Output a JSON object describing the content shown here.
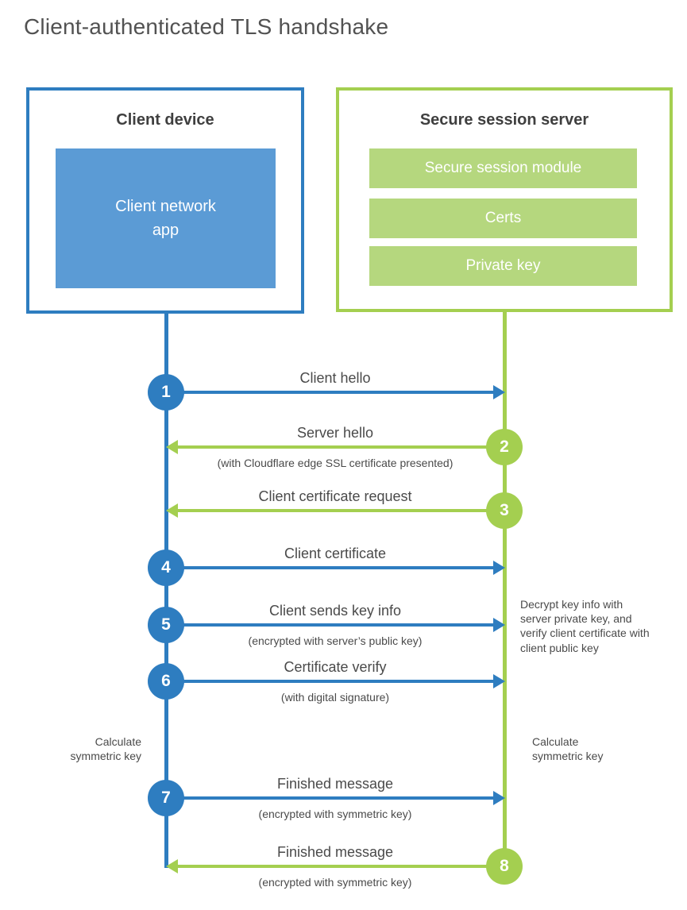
{
  "title": "Client-authenticated TLS handshake",
  "colors": {
    "blue": "#2e7dc0",
    "blue_fill": "#5b9bd5",
    "green": "#a4cf50",
    "green_fill": "#b5d77e",
    "text": "#4a4a4a"
  },
  "client_box": {
    "heading": "Client device",
    "module": "Client network\napp"
  },
  "server_box": {
    "heading": "Secure session server",
    "modules": [
      "Secure session module",
      "Certs",
      "Private key"
    ]
  },
  "steps": [
    {
      "num": "1",
      "actor": "client",
      "direction": "right",
      "label": "Client hello",
      "sublabel": ""
    },
    {
      "num": "2",
      "actor": "server",
      "direction": "left",
      "label": "Server hello",
      "sublabel": "(with Cloudflare edge SSL certificate presented)"
    },
    {
      "num": "3",
      "actor": "server",
      "direction": "left",
      "label": "Client certificate request",
      "sublabel": ""
    },
    {
      "num": "4",
      "actor": "client",
      "direction": "right",
      "label": "Client certificate",
      "sublabel": ""
    },
    {
      "num": "5",
      "actor": "client",
      "direction": "right",
      "label": "Client sends key info",
      "sublabel": "(encrypted with server’s public key)"
    },
    {
      "num": "6",
      "actor": "client",
      "direction": "right",
      "label": "Certificate verify",
      "sublabel": "(with digital signature)"
    },
    {
      "num": "7",
      "actor": "client",
      "direction": "right",
      "label": "Finished message",
      "sublabel": "(encrypted with symmetric key)"
    },
    {
      "num": "8",
      "actor": "server",
      "direction": "left",
      "label": "Finished message",
      "sublabel": "(encrypted with symmetric key)"
    }
  ],
  "annotations": {
    "decrypt_note": "Decrypt key info with server private key, and verify client certificate with client public key",
    "calc_left": "Calculate\nsymmetric key",
    "calc_right": "Calculate\nsymmetric key"
  }
}
